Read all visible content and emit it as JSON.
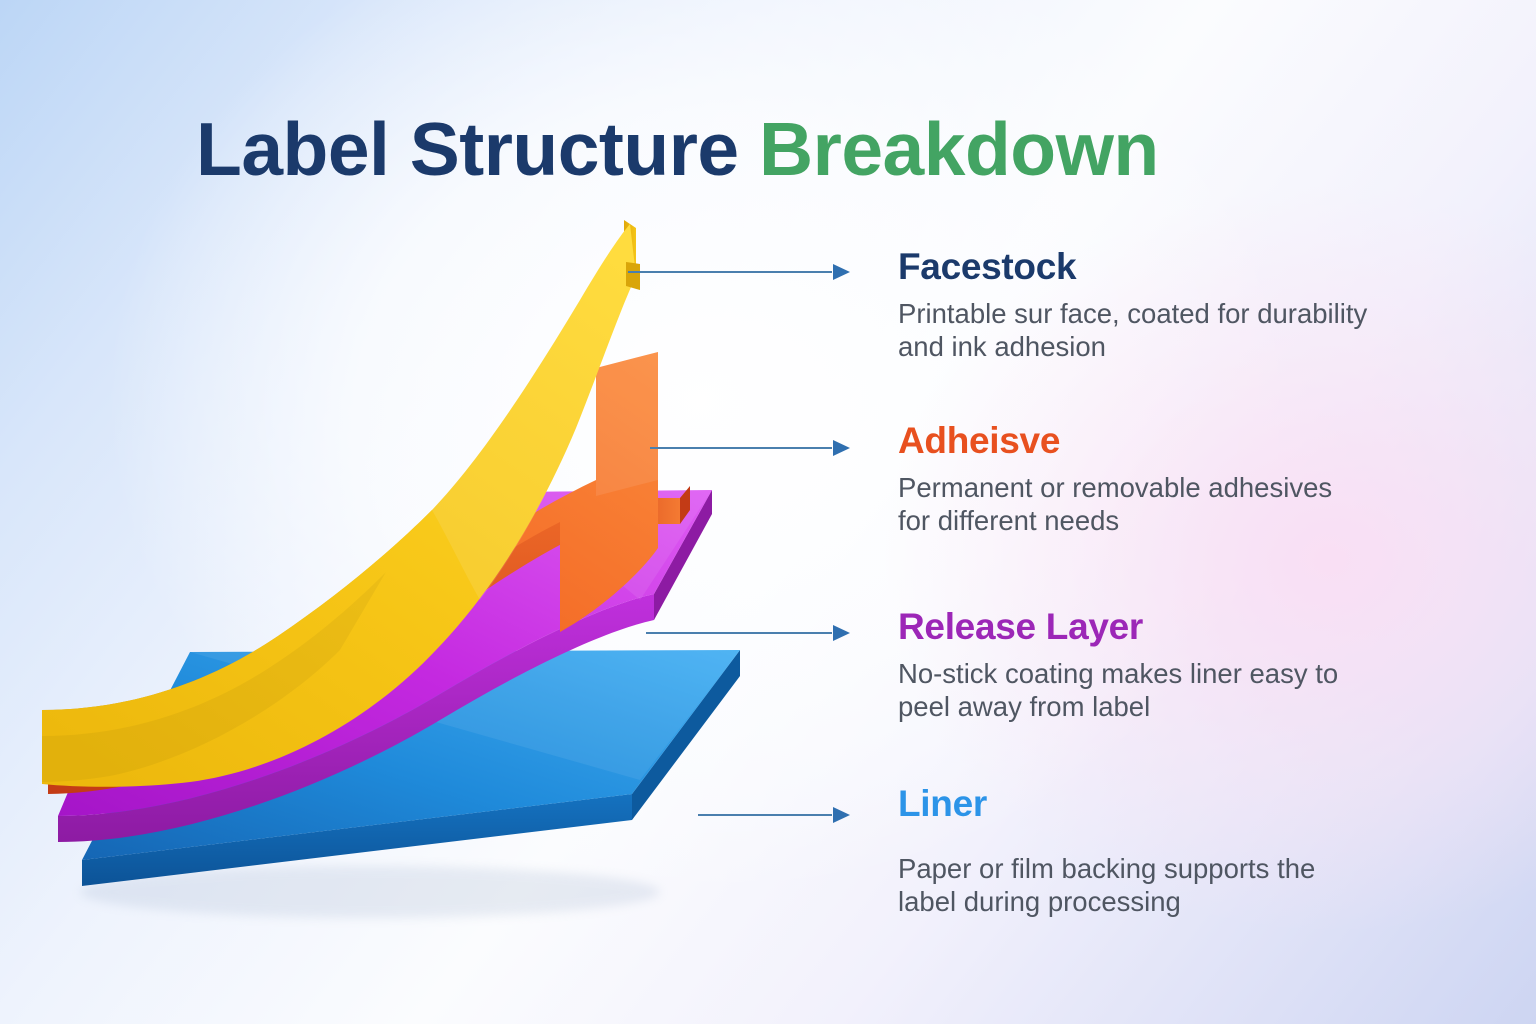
{
  "title": {
    "main": "Label Structure ",
    "accent": "Breakdown",
    "main_color": "#1b3a6b",
    "accent_color": "#43a463"
  },
  "background": {
    "top_left": "#bcd6f6",
    "center": "#fbfcfe",
    "bottom_right": "#cdd5f2",
    "pink_tint": "#fadef4"
  },
  "connector": {
    "line_color": "#4a7fae",
    "arrowhead_color": "#2f6fb0"
  },
  "diagram": {
    "type": "layered-stack-3d",
    "layers": [
      {
        "name": "facestock-layer",
        "color": "#f6c516",
        "color_light": "#fcdb3e",
        "color_dark": "#d9a509",
        "edge": "#c99306"
      },
      {
        "name": "adhesive-layer",
        "color": "#f26522",
        "color_light": "#f98543",
        "color_dark": "#d8431a",
        "edge": "#c33b16"
      },
      {
        "name": "release-layer",
        "color": "#c429e0",
        "color_light": "#d94bf0",
        "color_dark": "#9c1fb5",
        "edge": "#8d1ba3"
      },
      {
        "name": "liner-layer",
        "color": "#1e8fe0",
        "color_light": "#41a8ee",
        "color_dark": "#1068b5",
        "edge": "#0d5a9e"
      }
    ]
  },
  "blocks": [
    {
      "id": "facestock",
      "heading": "Facestock",
      "heading_color": "#1b3a6b",
      "description": "Printable sur face, coated for durability and ink adhesion"
    },
    {
      "id": "adhesive",
      "heading": "Adheisve",
      "heading_color": "#e8501f",
      "description": "Permanent or removable adhesives for different needs"
    },
    {
      "id": "release-layer",
      "heading": "Release Layer",
      "heading_color": "#9c27b7",
      "description": "No-stick coating makes liner easy to peel away from label"
    },
    {
      "id": "liner",
      "heading": "Liner",
      "heading_color": "#2c94e8",
      "description": "Paper or film backing supports the label during processing"
    }
  ]
}
